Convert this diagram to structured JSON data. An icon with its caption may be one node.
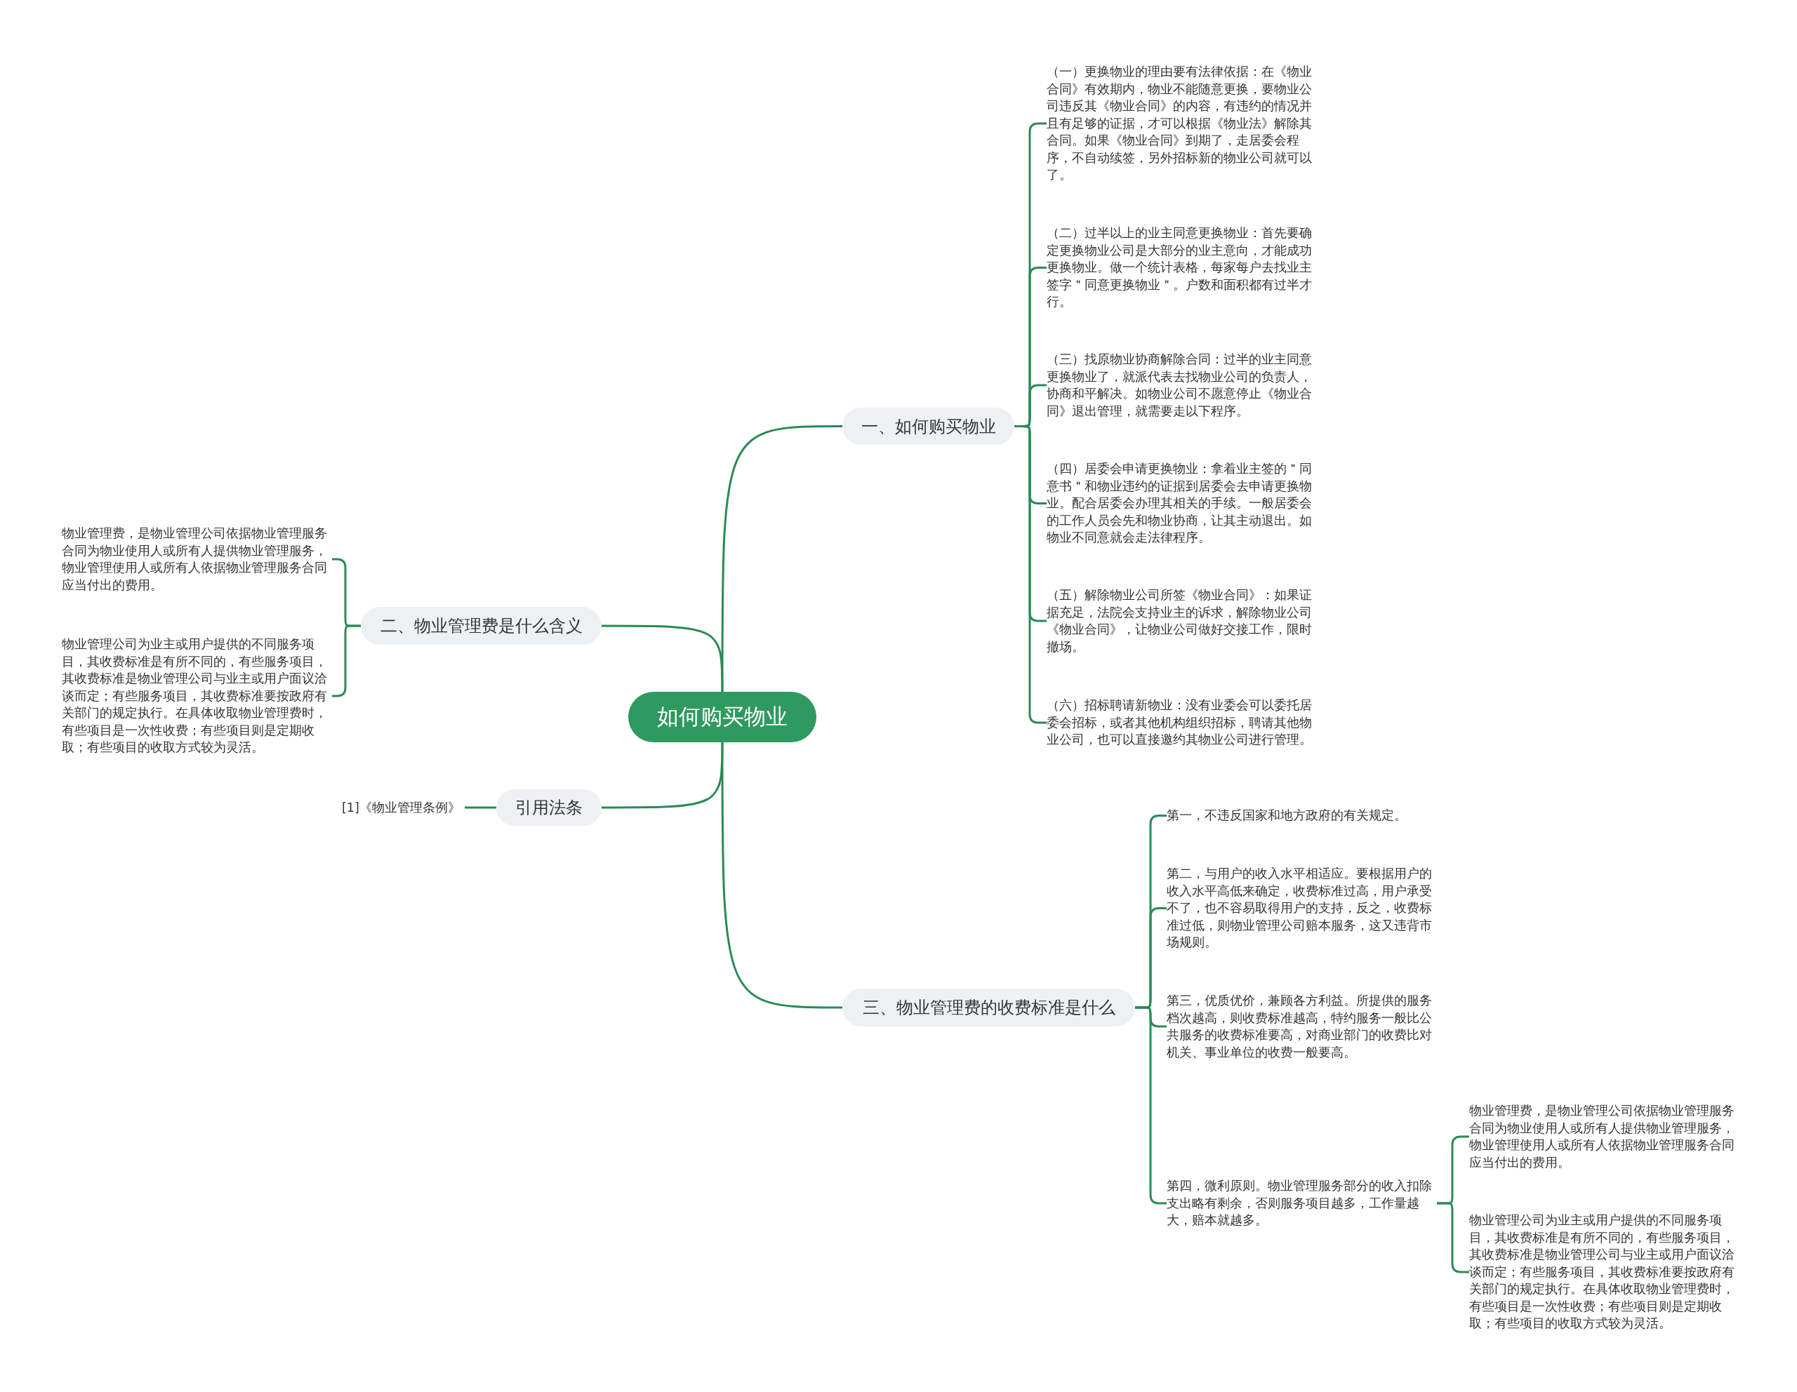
{
  "diagram": {
    "nodes": [
      {
        "text": [
          "如何购买物业"
        ]
      },
      {
        "text": [
          "一、如何购买物业"
        ]
      },
      {
        "text": [
          "（一）更换物业的理由要有法律依据：在《物业合同》有效期内，物业不能随意更换，要物业公司违反其《物业合同》的内容，有违约的情况并且有足够的证据，才可以根据《物业法》解除其合同。如果《物业合同》到期了，走居委会程序，不自动续签，另外招标新的物业公司就可以了。"
        ]
      },
      {
        "text": [
          "（二）过半以上的业主同意更换物业：首先要确定更换物业公司是大部分的业主意向，才能成功更换物业。做一个统计表格，每家每户去找业主签字＂同意更换物业＂。户数和面积都有过半才行。"
        ]
      },
      {
        "text": [
          "（三）找原物业协商解除合同：过半的业主同意更换物业了，就派代表去找物业公司的负责人，协商和平解决。如物业公司不愿意停止《物业合同》退出管理，就需要走以下程序。"
        ]
      },
      {
        "text": [
          "（四）居委会申请更换物业：拿着业主签的＂同意书＂和物业违约的证据到居委会去申请更换物业。配合居委会办理其相关的手续。一般居委会的工作人员会先和物业协商，让其主动退出。如物业不同意就会走法律程序。"
        ]
      },
      {
        "text": [
          "（五）解除物业公司所签《物业合同》：如果证据充足，法院会支持业主的诉求，解除物业公司《物业合同》，让物业公司做好交接工作，限时撤场。"
        ]
      },
      {
        "text": [
          "（六）招标聘请新物业：没有业委会可以委托居委会招标，或者其他机构组织招标，聘请其他物业公司，也可以直接邀约其物业公司进行管理。"
        ]
      },
      {
        "text": [
          "二、物业管理费是什么含义"
        ]
      },
      {
        "text": [
          "物业管理费，是物业管理公司依据物业管理服务合同为物业使用人或所有人提供物业管理服务，物业管理使用人或所有人依据物业管理服务合同应当付出的费用。"
        ]
      },
      {
        "text": [
          "物业管理公司为业主或用户提供的不同服务项目，其收费标准是有所不同的，有些服务项目，其收费标准是物业管理公司与业主或用户面议洽谈而定；有些服务项目，其收费标准要按政府有关部门的规定执行。在具体收取物业管理费时，有些项目是一次性收费；有些项目则是定期收取；有些项目的收取方式较为灵活。"
        ]
      },
      {
        "text": [
          "引用法条"
        ]
      },
      {
        "text": [
          "[1]《物业管理条例》"
        ]
      },
      {
        "text": [
          "三、物业管理费的收费标准是什么"
        ]
      },
      {
        "text": [
          "第一，不违反国家和地方政府的有关规定。"
        ]
      },
      {
        "text": [
          "第二，与用户的收入水平相适应。要根据用户的收入水平高低来确定，收费标准过高，用户承受不了，也不容易取得用户的支持，反之，收费标准过低，则物业管理公司赔本服务，这又违背市场规则。"
        ]
      },
      {
        "text": [
          "第三，优质优价，兼顾各方利益。所提供的服务档次越高，则收费标准越高，特约服务一般比公共服务的收费标准要高，对商业部门的收费比对机关、事业单位的收费一般要高。"
        ]
      },
      {
        "text": [
          "第四，微利原则。物业管理服务部分的收入扣除支出略有剩余，否则服务项目越多，工作量越大，赔本就越多。"
        ]
      },
      {
        "text": [
          "物业管理费，是物业管理公司依据物业管理服务合同为物业使用人或所有人提供物业管理服务，物业管理使用人或所有人依据物业管理服务合同应当付出的费用。"
        ]
      },
      {
        "text": [
          "物业管理公司为业主或用户提供的不同服务项目，其收费标准是有所不同的，有些服务项目，其收费标准是物业管理公司与业主或用户面议洽谈而定；有些服务项目，其收费标准要按政府有关部门的规定执行。在具体收取物业管理费时，有些项目是一次性收费；有些项目则是定期收取；有些项目的收取方式较为灵活。"
        ]
      }
    ],
    "edges": [
      {
        "from": 0,
        "to": 1,
        "arrow": "none"
      },
      {
        "from": 1,
        "to": 2,
        "arrow": "none"
      },
      {
        "from": 1,
        "to": 3,
        "arrow": "none"
      },
      {
        "from": 1,
        "to": 4,
        "arrow": "none"
      },
      {
        "from": 1,
        "to": 5,
        "arrow": "none"
      },
      {
        "from": 1,
        "to": 6,
        "arrow": "none"
      },
      {
        "from": 1,
        "to": 7,
        "arrow": "none"
      },
      {
        "from": 0,
        "to": 8,
        "arrow": "none"
      },
      {
        "from": 8,
        "to": 9,
        "arrow": "none"
      },
      {
        "from": 8,
        "to": 10,
        "arrow": "none"
      },
      {
        "from": 0,
        "to": 11,
        "arrow": "none"
      },
      {
        "from": 11,
        "to": 12,
        "arrow": "none"
      },
      {
        "from": 0,
        "to": 13,
        "arrow": "none"
      },
      {
        "from": 13,
        "to": 14,
        "arrow": "none"
      },
      {
        "from": 13,
        "to": 15,
        "arrow": "none"
      },
      {
        "from": 13,
        "to": 16,
        "arrow": "none"
      },
      {
        "from": 13,
        "to": 17,
        "arrow": "none"
      },
      {
        "from": 17,
        "to": 18,
        "arrow": "none"
      },
      {
        "from": 17,
        "to": 19,
        "arrow": "none"
      }
    ]
  }
}
